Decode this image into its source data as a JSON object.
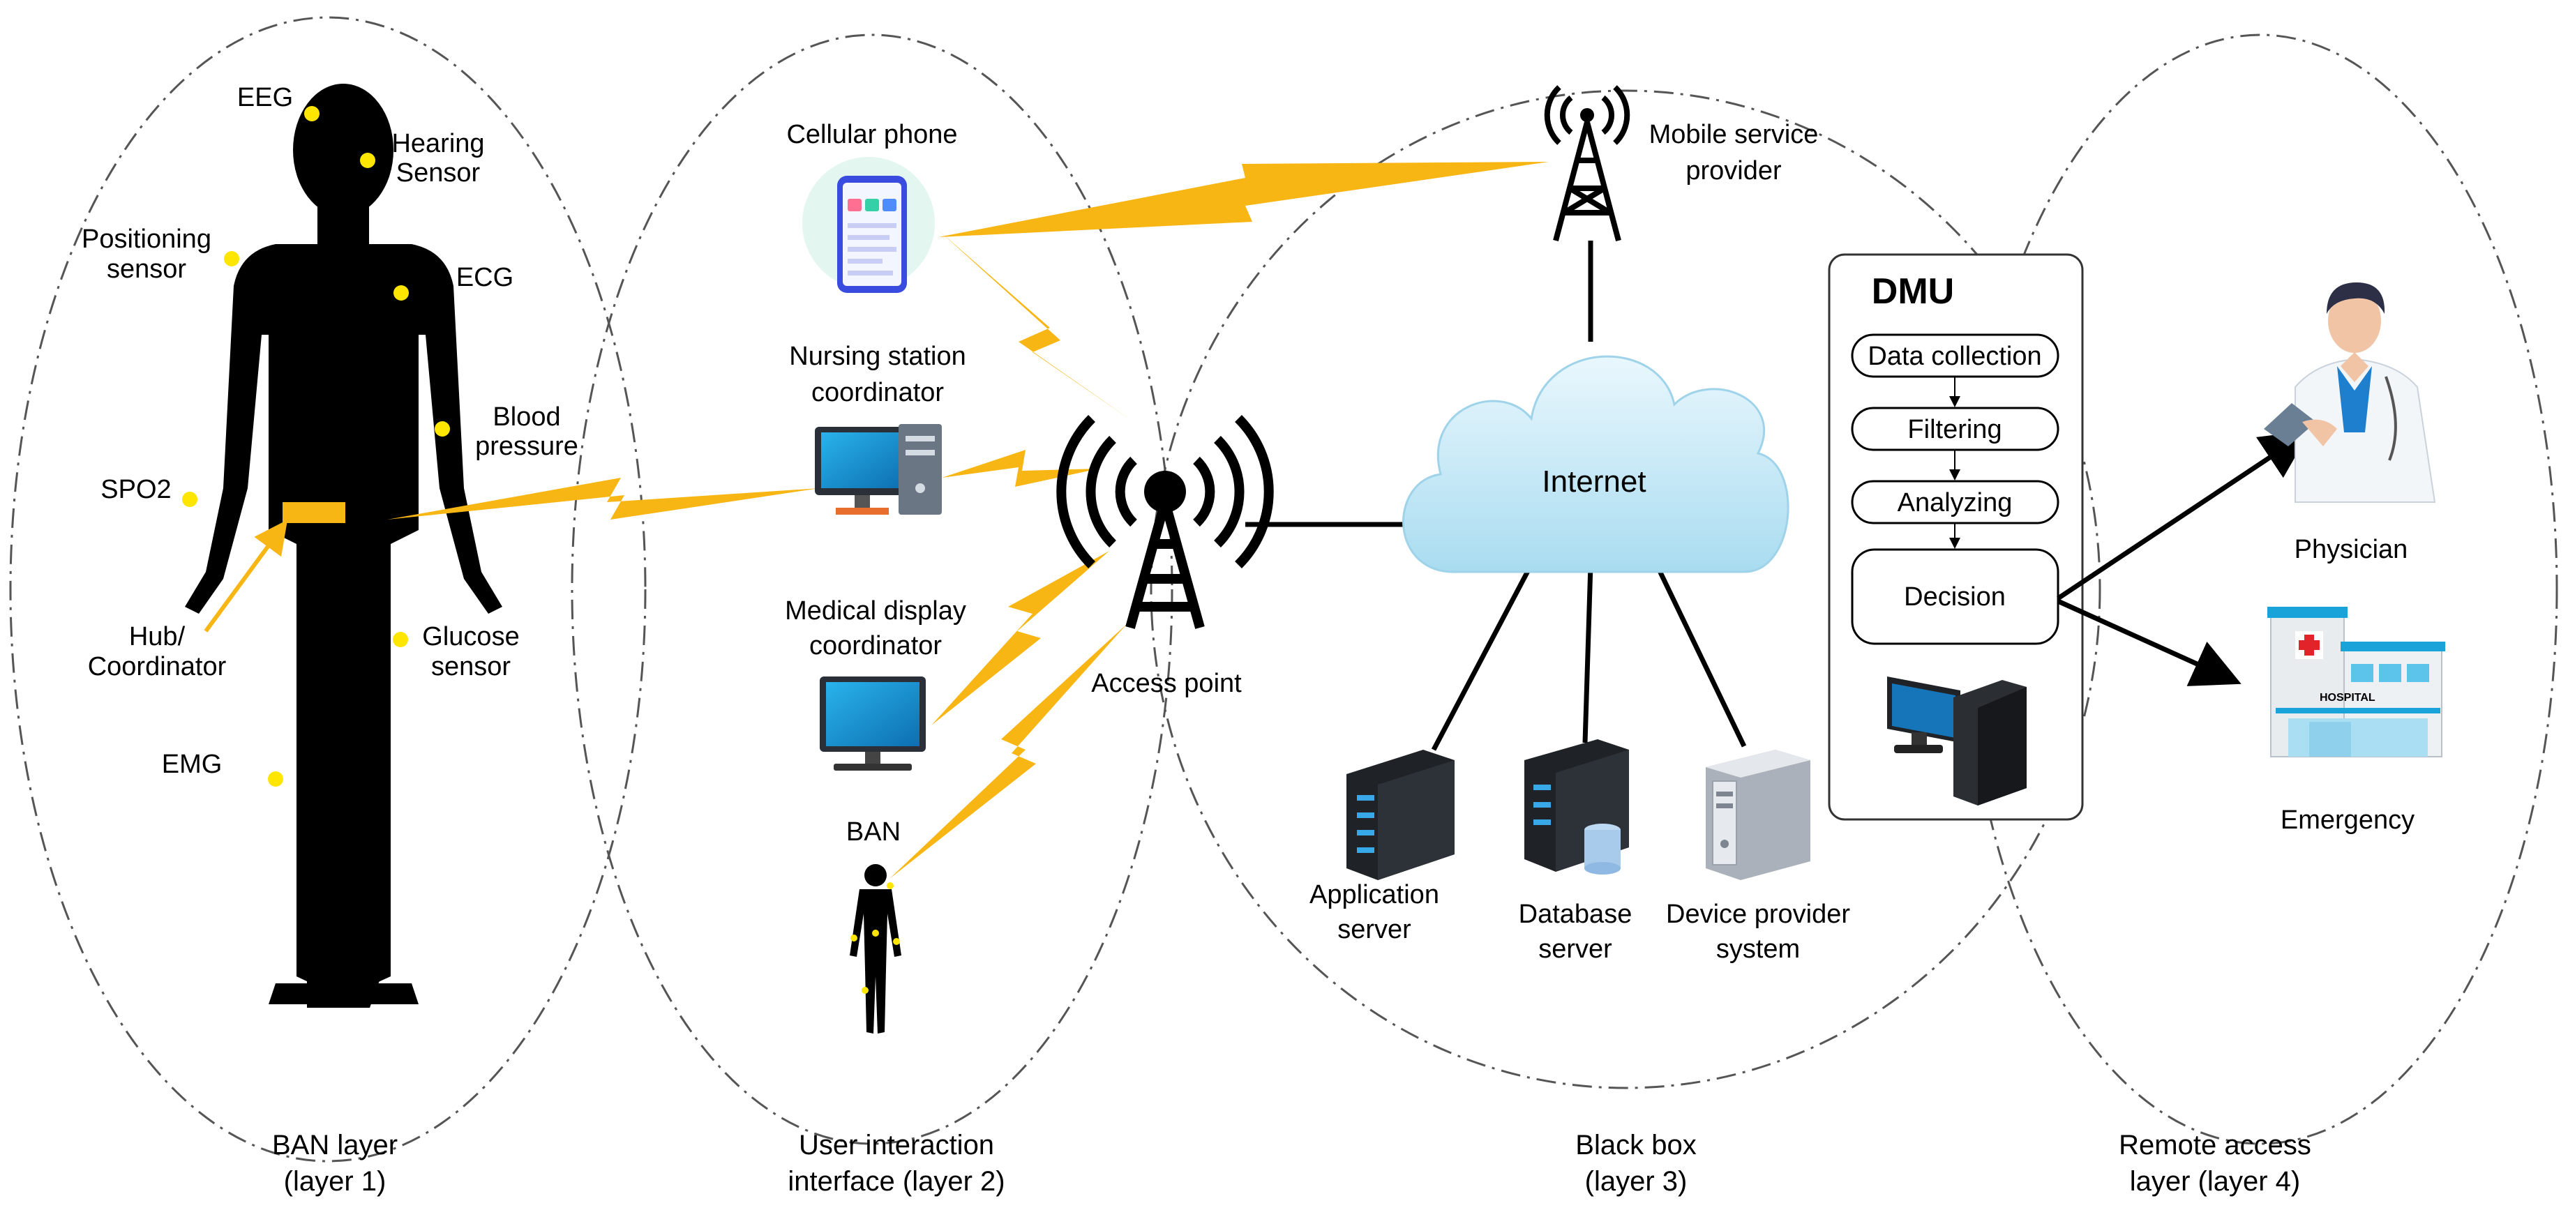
{
  "layers": {
    "layer1": [
      "BAN layer",
      "(layer 1)"
    ],
    "layer2": [
      "User interaction",
      "interface (layer 2)"
    ],
    "layer3": [
      "Black box",
      "(layer 3)"
    ],
    "layer4": [
      "Remote access",
      "layer (layer 4)"
    ]
  },
  "sensors": {
    "eeg": "EEG",
    "hearing": [
      "Hearing",
      "Sensor"
    ],
    "positioning": [
      "Positioning",
      "sensor"
    ],
    "ecg": "ECG",
    "blood_pressure": [
      "Blood",
      "pressure"
    ],
    "spo2": "SPO2",
    "hub": [
      "Hub/",
      "Coordinator"
    ],
    "glucose": [
      "Glucose",
      "sensor"
    ],
    "emg": "EMG"
  },
  "devices": {
    "cellular_phone": "Cellular phone",
    "nursing_station": [
      "Nursing station",
      "coordinator"
    ],
    "medical_display": [
      "Medical display",
      "coordinator"
    ],
    "ban": "BAN",
    "access_point": "Access point"
  },
  "black_box": {
    "mobile_provider": [
      "Mobile service",
      "provider"
    ],
    "internet": "Internet",
    "application_server": [
      "Application",
      "server"
    ],
    "database_server": [
      "Database",
      "server"
    ],
    "device_provider": [
      "Device provider",
      "system"
    ]
  },
  "dmu": {
    "title": "DMU",
    "steps": [
      "Data collection",
      "Filtering",
      "Analyzing",
      "Decision"
    ]
  },
  "remote": {
    "physician": "Physician",
    "emergency": "Emergency",
    "hospital_sign": "HOSPITAL"
  },
  "colors": {
    "bolt": "#f7b614",
    "sensor_dot": "#ffe600",
    "cloud": "#bfe6f5",
    "screen": "#1b9ad6"
  }
}
